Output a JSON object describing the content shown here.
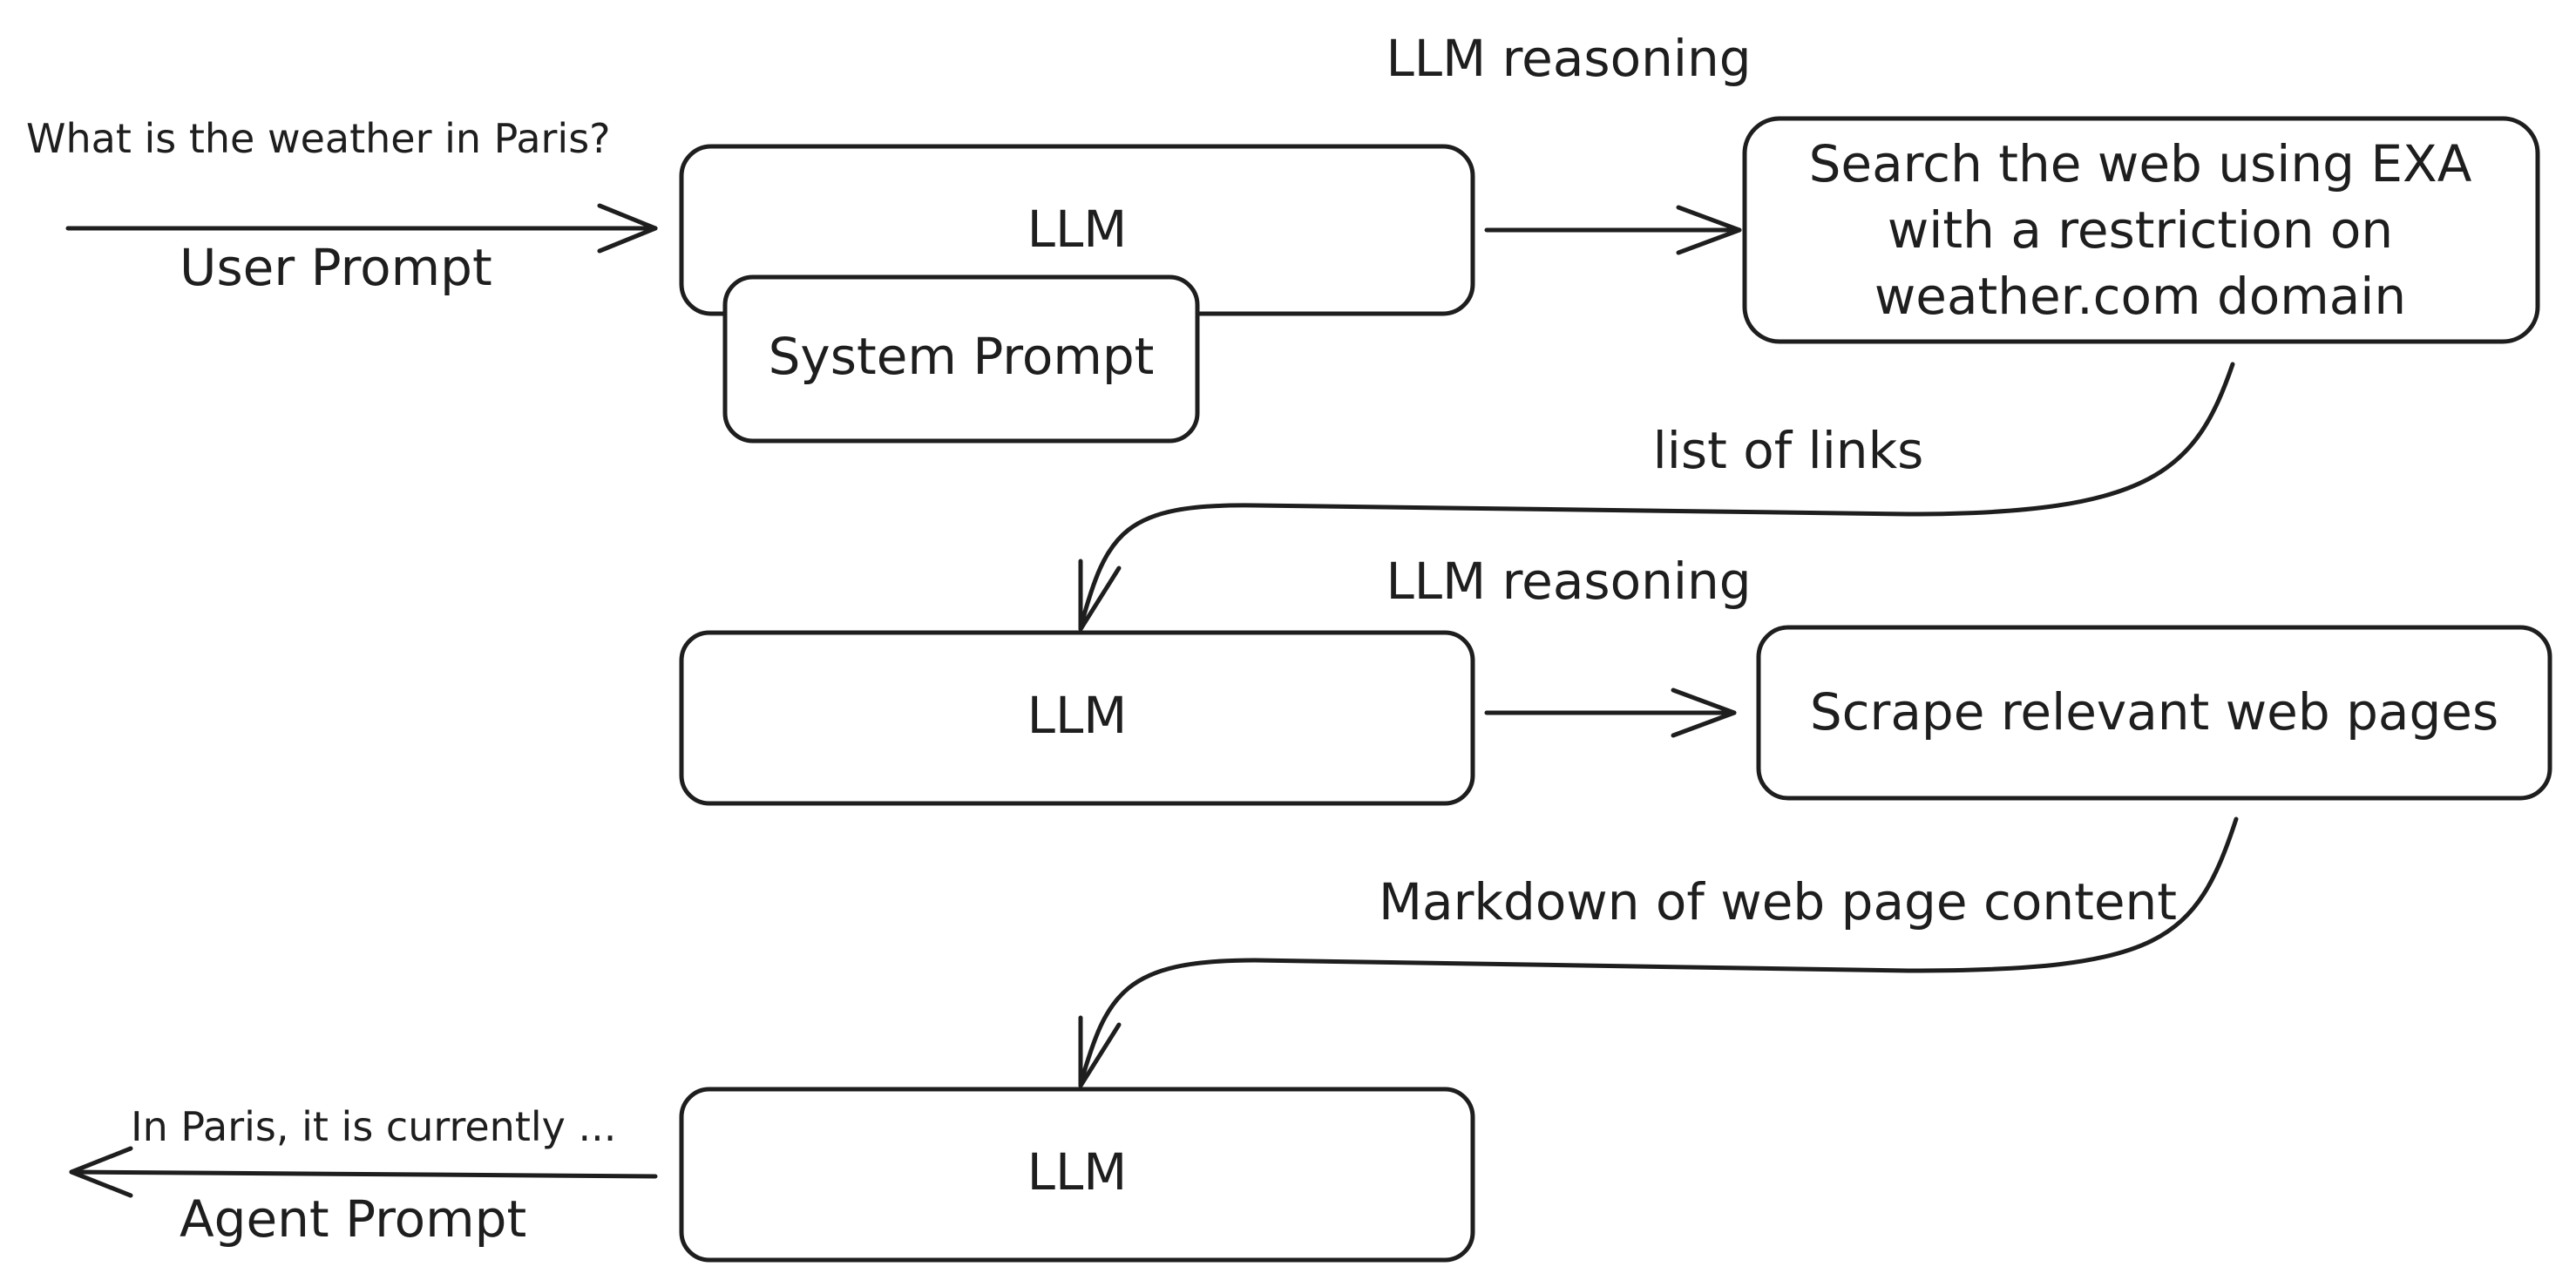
{
  "diagram": {
    "input": {
      "question": "What is the weather in Paris?",
      "label": "User Prompt"
    },
    "step1": {
      "llm": "LLM",
      "system": "System Prompt",
      "reasoning": "LLM reasoning",
      "tool_lines": [
        "Search the web using EXA",
        "with a restriction on",
        "weather.com domain"
      ],
      "result_label": "list of links"
    },
    "step2": {
      "llm": "LLM",
      "reasoning": "LLM reasoning",
      "tool": "Scrape relevant web pages",
      "result_label": "Markdown of web page content"
    },
    "step3": {
      "llm": "LLM"
    },
    "output": {
      "answer": "In Paris, it is currently ...",
      "label": "Agent Prompt"
    },
    "colors": {
      "stroke": "#1e1e1e",
      "background": "#ffffff"
    }
  }
}
